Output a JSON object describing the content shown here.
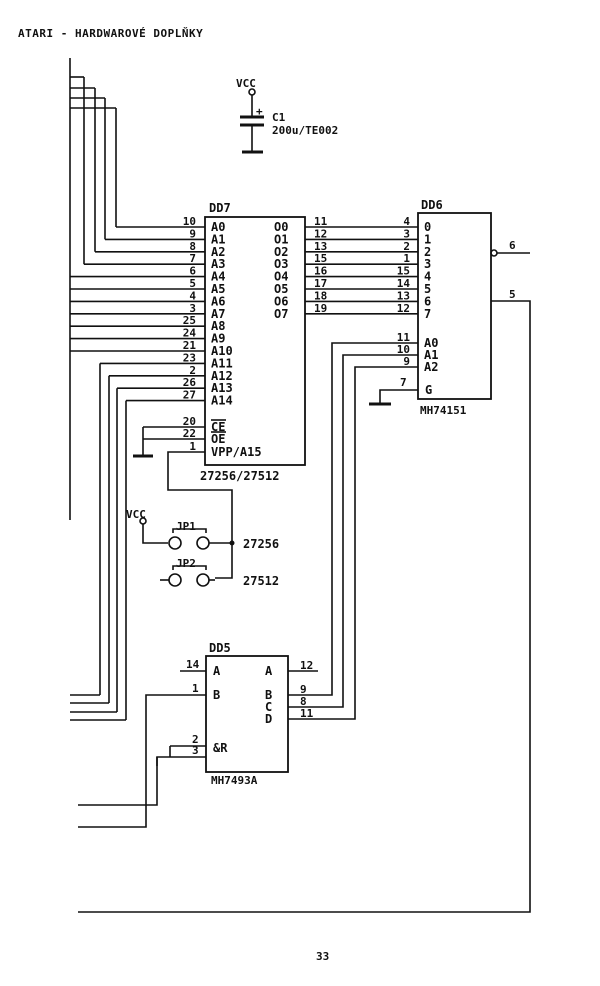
{
  "page": {
    "header": "ATARI - HARDWAROVÉ DOPLŇKY",
    "page_number": "33"
  },
  "capacitor": {
    "supply": "VCC",
    "name": "C1",
    "value": "200u/TE002",
    "polarity": "+"
  },
  "dd7": {
    "name": "DD7",
    "part": "27256/27512",
    "address_pins": [
      {
        "pin": "10",
        "label": "A0"
      },
      {
        "pin": "9",
        "label": "A1"
      },
      {
        "pin": "8",
        "label": "A2"
      },
      {
        "pin": "7",
        "label": "A3"
      },
      {
        "pin": "6",
        "label": "A4"
      },
      {
        "pin": "5",
        "label": "A5"
      },
      {
        "pin": "4",
        "label": "A6"
      },
      {
        "pin": "3",
        "label": "A7"
      },
      {
        "pin": "25",
        "label": "A8"
      },
      {
        "pin": "24",
        "label": "A9"
      },
      {
        "pin": "21",
        "label": "A10"
      },
      {
        "pin": "23",
        "label": "A11"
      },
      {
        "pin": "2",
        "label": "A12"
      },
      {
        "pin": "26",
        "label": "A13"
      },
      {
        "pin": "27",
        "label": "A14"
      }
    ],
    "control_pins": [
      {
        "pin": "20",
        "label": "CE"
      },
      {
        "pin": "22",
        "label": "OE"
      },
      {
        "pin": "1",
        "label": "VPP/A15"
      }
    ],
    "output_pins": [
      {
        "pin": "11",
        "label": "O0"
      },
      {
        "pin": "12",
        "label": "O1"
      },
      {
        "pin": "13",
        "label": "O2"
      },
      {
        "pin": "15",
        "label": "O3"
      },
      {
        "pin": "16",
        "label": "O4"
      },
      {
        "pin": "17",
        "label": "O5"
      },
      {
        "pin": "18",
        "label": "O6"
      },
      {
        "pin": "19",
        "label": "O7"
      }
    ]
  },
  "dd6": {
    "name": "DD6",
    "part": "MH74151",
    "data_pins": [
      {
        "pin": "4",
        "label": "0"
      },
      {
        "pin": "3",
        "label": "1"
      },
      {
        "pin": "2",
        "label": "2"
      },
      {
        "pin": "1",
        "label": "3"
      },
      {
        "pin": "15",
        "label": "4"
      },
      {
        "pin": "14",
        "label": "5"
      },
      {
        "pin": "13",
        "label": "6"
      },
      {
        "pin": "12",
        "label": "7"
      }
    ],
    "select_pins": [
      {
        "pin": "11",
        "label": "A0"
      },
      {
        "pin": "10",
        "label": "A1"
      },
      {
        "pin": "9",
        "label": "A2"
      }
    ],
    "gate_pin": {
      "pin": "7",
      "label": "G"
    },
    "out_inverted_pin": "6",
    "out_pin": "5"
  },
  "jumpers": {
    "supply": "VCC",
    "jp1": {
      "name": "JP1",
      "label": "27256"
    },
    "jp2": {
      "name": "JP2",
      "label": "27512"
    }
  },
  "dd5": {
    "name": "DD5",
    "part": "MH7493A",
    "input_a": {
      "pin": "14",
      "label": "A"
    },
    "input_b": {
      "pin": "1",
      "label": "B"
    },
    "reset": {
      "label": "&R",
      "pins": [
        "2",
        "3"
      ]
    },
    "outputs": [
      {
        "pin": "12",
        "label": "A"
      },
      {
        "pin": "9",
        "label": "B"
      },
      {
        "pin": "8",
        "label": "C"
      },
      {
        "pin": "11",
        "label": "D"
      }
    ]
  }
}
